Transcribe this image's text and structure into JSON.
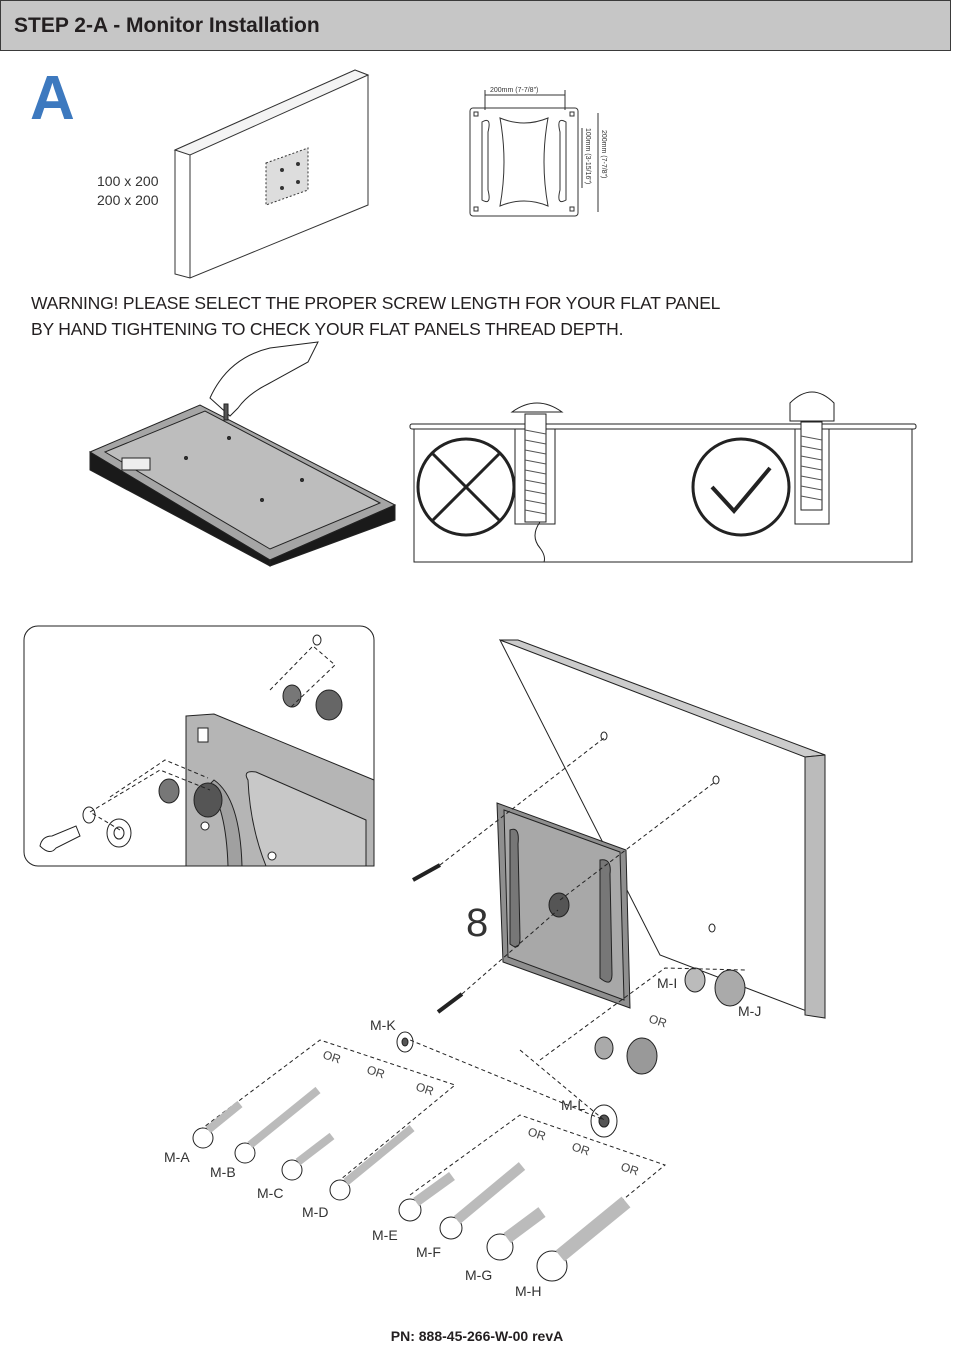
{
  "header": {
    "title": "STEP 2-A - Monitor Installation"
  },
  "section_letter": "A",
  "vesa": {
    "line1": "100 x 200",
    "line2": "200 x 200"
  },
  "bracket_dims": {
    "horizontal": "200mm (7-7/8\")",
    "vertical_outer": "200mm (7-7/8\")",
    "vertical_inner": "100mm (3-15/16\")"
  },
  "warning": {
    "line1": "WARNING! PLEASE SELECT THE PROPER SCREW LENGTH FOR YOUR FLAT PANEL",
    "line2": "BY HAND TIGHTENING TO CHECK YOUR FLAT PANELS THREAD DEPTH."
  },
  "step_number": "8",
  "parts": {
    "m_a": "M-A",
    "m_b": "M-B",
    "m_c": "M-C",
    "m_d": "M-D",
    "m_e": "M-E",
    "m_f": "M-F",
    "m_g": "M-G",
    "m_h": "M-H",
    "m_i": "M-I",
    "m_j": "M-J",
    "m_k": "M-K",
    "m_l": "M-L"
  },
  "or_label": "OR",
  "footer": {
    "part_number": "PN: 888-45-266-W-00 revA"
  }
}
